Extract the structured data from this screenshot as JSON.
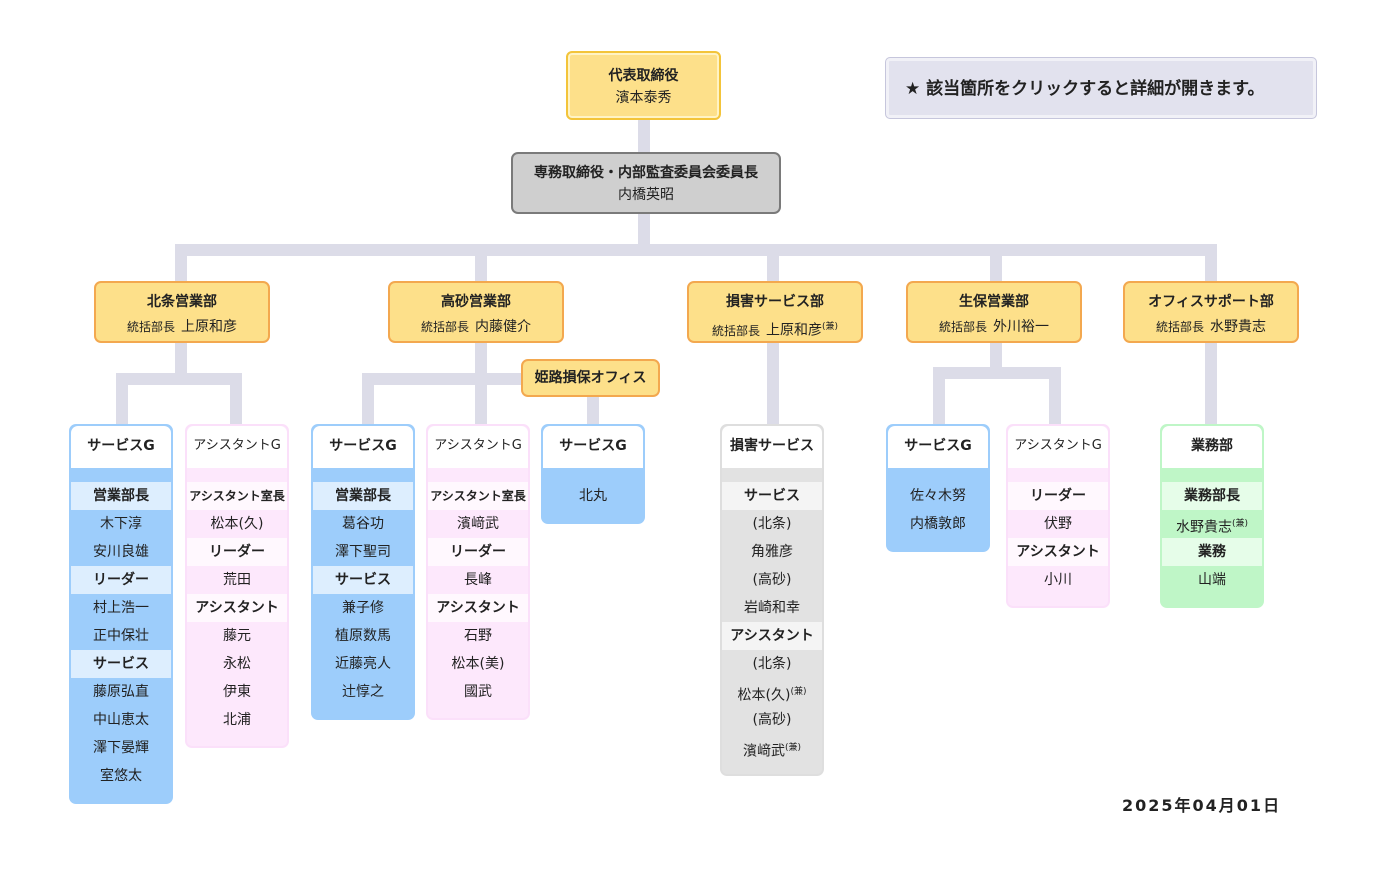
{
  "ceo": {
    "title": "代表取締役",
    "name": "濱本泰秀"
  },
  "md": {
    "title": "専務取締役・内部監査委員会委員長",
    "name": "内橋英昭"
  },
  "notice": "★ 該当箇所をクリックすると詳細が開きます。",
  "date": "2025年04月01日",
  "departments": [
    {
      "name": "北条営業部",
      "role": "統括部長",
      "head": "上原和彦",
      "mark": ""
    },
    {
      "name": "高砂営業部",
      "role": "統括部長",
      "head": "内藤健介",
      "mark": ""
    },
    {
      "name": "損害サービス部",
      "role": "統括部長",
      "head": "上原和彦",
      "mark": "(兼)"
    },
    {
      "name": "生保営業部",
      "role": "統括部長",
      "head": "外川裕一",
      "mark": ""
    },
    {
      "name": "オフィスサポート部",
      "role": "統括部長",
      "head": "水野貴志",
      "mark": ""
    }
  ],
  "himeji": "姫路損保オフィス",
  "groups": {
    "hojo_service": {
      "title": "サービスG",
      "rows": [
        "営業部長",
        "木下淳",
        "安川良雄",
        "リーダー",
        "村上浩一",
        "正中保壮",
        "サービス",
        "藤原弘直",
        "中山恵太",
        "澤下晏輝",
        "室悠太"
      ]
    },
    "hojo_assist": {
      "title": "アシスタントG",
      "rows": [
        "アシスタント室長",
        "松本(久)",
        "リーダー",
        "荒田",
        "アシスタント",
        "藤元",
        "永松",
        "伊東",
        "北浦"
      ]
    },
    "taka_service": {
      "title": "サービスG",
      "rows": [
        "営業部長",
        "葛谷功",
        "澤下聖司",
        "サービス",
        "兼子修",
        "植原数馬",
        "近藤亮人",
        "辻惇之"
      ]
    },
    "taka_assist": {
      "title": "アシスタントG",
      "rows": [
        "アシスタント室長",
        "濱﨑武",
        "リーダー",
        "長峰",
        "アシスタント",
        "石野",
        "松本(美)",
        "國武"
      ]
    },
    "himeji_service": {
      "title": "サービスG",
      "rows": [
        "北丸"
      ]
    },
    "songai": {
      "title": "損害サービス",
      "rows": [
        "サービス",
        "(北条)",
        "角雅彦",
        "(高砂)",
        "岩崎和幸",
        "アシスタント",
        "(北条)",
        "松本(久)",
        "(高砂)",
        "濱﨑武"
      ]
    },
    "seiho_service": {
      "title": "サービスG",
      "rows": [
        "佐々木努",
        "内橋敦郎"
      ]
    },
    "seiho_assist": {
      "title": "アシスタントG",
      "rows": [
        "リーダー",
        "伏野",
        "アシスタント",
        "小川"
      ]
    },
    "office": {
      "title": "業務部",
      "rows": [
        "業務部長",
        "水野貴志",
        "業務",
        "山端"
      ]
    }
  },
  "kanemark": "(兼)"
}
